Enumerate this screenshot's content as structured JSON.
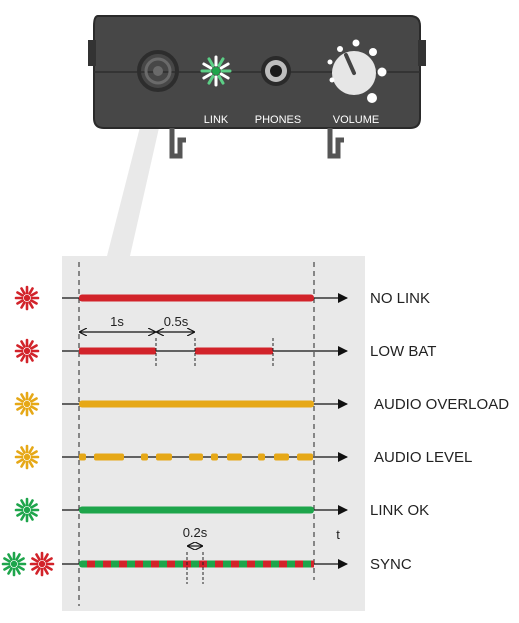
{
  "device": {
    "labels": {
      "link": "LINK",
      "phones": "PHONES",
      "volume": "VOLUME"
    }
  },
  "timing": {
    "one_second": "1s",
    "half_second": "0.5s",
    "fifth_second": "0.2s",
    "time_axis": "t"
  },
  "colors": {
    "red": "#d2232a",
    "yellow": "#e6a817",
    "green": "#1ea54b",
    "device_body": "#4a4a4a"
  },
  "rows": [
    {
      "id": "no-link",
      "label": "NO LINK",
      "indicator": [
        "red"
      ],
      "pattern": "solid",
      "color": "red"
    },
    {
      "id": "low-bat",
      "label": "LOW BAT",
      "indicator": [
        "red"
      ],
      "pattern": "blink-1s-0.5s",
      "color": "red"
    },
    {
      "id": "audio-overload",
      "label": "AUDIO OVERLOAD",
      "indicator": [
        "yellow"
      ],
      "pattern": "solid",
      "color": "yellow"
    },
    {
      "id": "audio-level",
      "label": "AUDIO LEVEL",
      "indicator": [
        "yellow"
      ],
      "pattern": "flicker",
      "color": "yellow"
    },
    {
      "id": "link-ok",
      "label": "LINK OK",
      "indicator": [
        "green"
      ],
      "pattern": "solid",
      "color": "green"
    },
    {
      "id": "sync",
      "label": "SYNC",
      "indicator": [
        "green",
        "red"
      ],
      "pattern": "alternate-0.2s",
      "color": "green-red"
    }
  ]
}
